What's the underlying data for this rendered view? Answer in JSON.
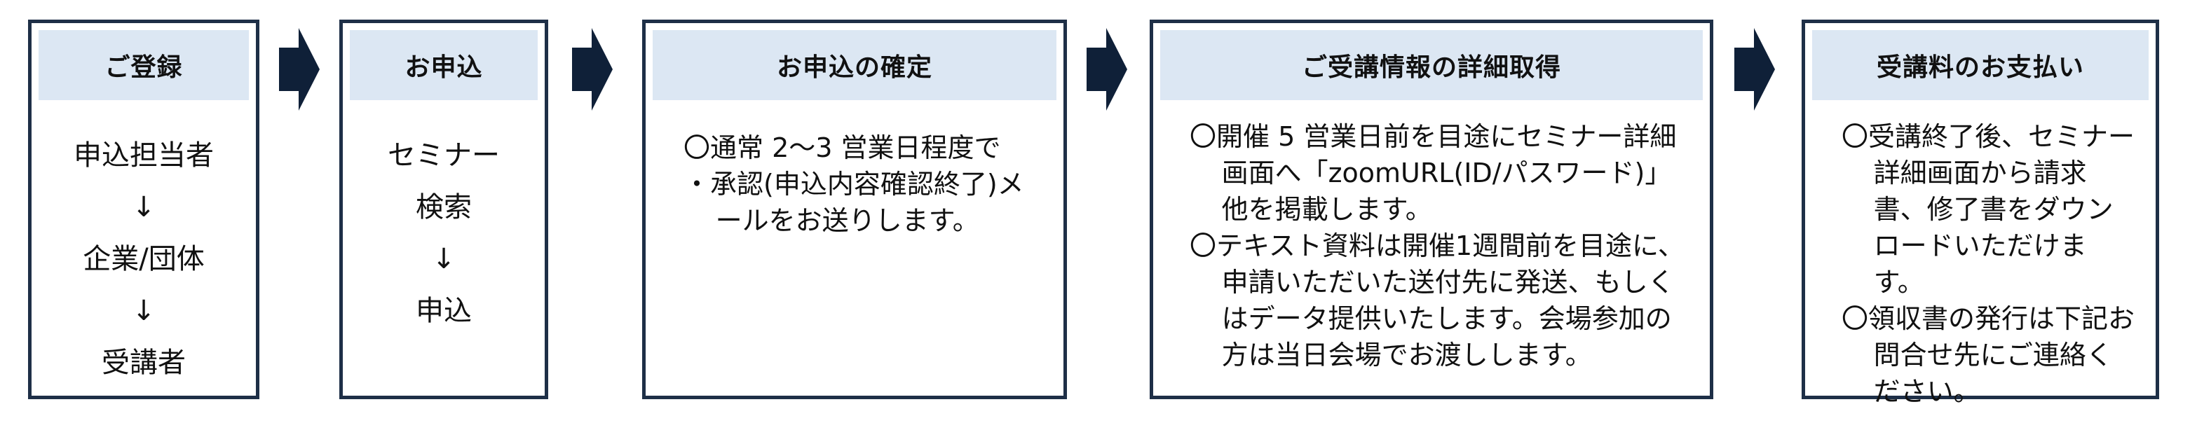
{
  "colors": {
    "border": "#1e2f47",
    "header_fill": "#dce7f3",
    "arrow_fill": "#0f2038"
  },
  "steps": [
    {
      "title": "ご登録",
      "items": [
        "申込担当者",
        "↓",
        "企業/団体",
        "↓",
        "受講者"
      ]
    },
    {
      "title": "お申込",
      "items": [
        "セミナー",
        "検索",
        "↓",
        "申込"
      ]
    },
    {
      "title": "お申込の確定",
      "lines": [
        "〇通常 2～3 営業日程度で",
        "・承認(申込内容確認終了)メールをお送りします。"
      ]
    },
    {
      "title": "ご受講情報の詳細取得",
      "lines": [
        "〇開催 5 営業日前を目途にセミナー詳細画面へ「zoomURL(ID/パスワード)」他を掲載します。",
        "〇テキスト資料は開催1週間前を目途に、申請いただいた送付先に発送、もしくはデータ提供いたします。会場参加の方は当日会場でお渡しします。"
      ]
    },
    {
      "title": "受講料のお支払い",
      "lines": [
        "〇受講終了後、セミナー詳細画面から請求書、修了書をダウンロードいただけます。",
        "〇領収書の発行は下記お問合せ先にご連絡ください。"
      ]
    }
  ],
  "connectors": [
    "right-arrow-icon",
    "right-arrow-icon",
    "right-arrow-icon",
    "right-arrow-icon"
  ]
}
